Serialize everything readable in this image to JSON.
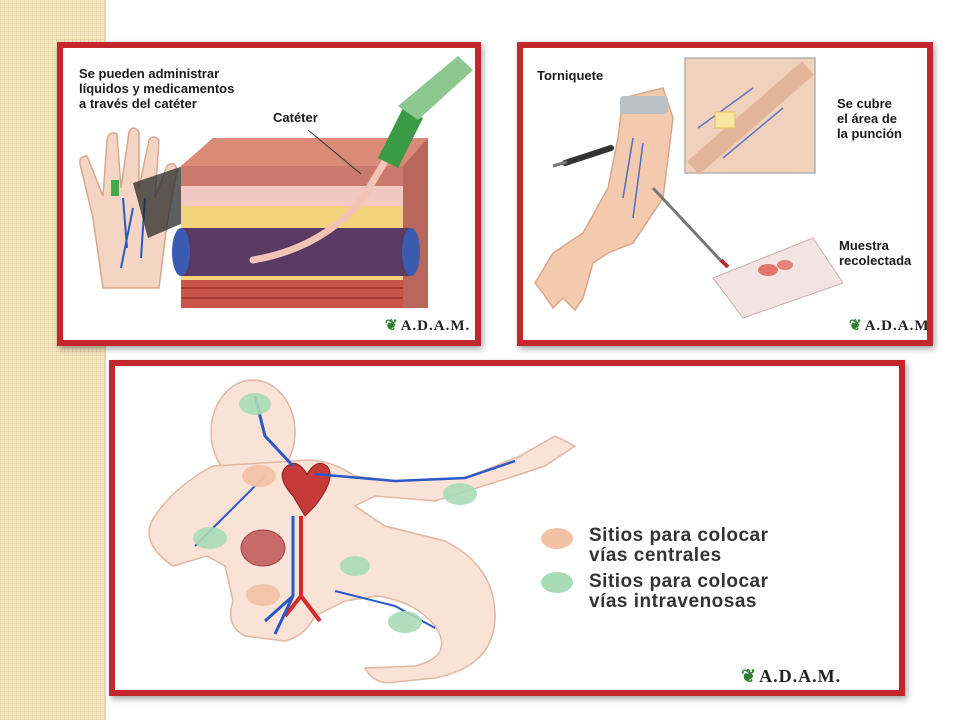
{
  "panels": {
    "catheter": {
      "caption": "Se pueden administrar\nlíquidos y medicamentos\na través del catéter",
      "catheter_label": "Catéter",
      "logo": "A.D.A.M."
    },
    "blood_draw": {
      "tourniquet_label": "Torniquete",
      "puncture_label": "Se cubre\nel área de\nla punción",
      "sample_label": "Muestra\nrecolectada",
      "logo": "A.D.A.M."
    },
    "baby": {
      "legend": [
        {
          "text": "Sitios para colocar\nvías centrales",
          "color": "#f2c2a6"
        },
        {
          "text": "Sitios para colocar\nvías intravenosas",
          "color": "#a9dcb6"
        }
      ],
      "logo": "A.D.A.M."
    }
  },
  "colors": {
    "border": "#c1272d",
    "central_sites": "#f2c2a6",
    "iv_sites": "#a9dcb6",
    "skin": "#f7dccd",
    "vein": "#2b58c4",
    "artery": "#d62b2b"
  }
}
